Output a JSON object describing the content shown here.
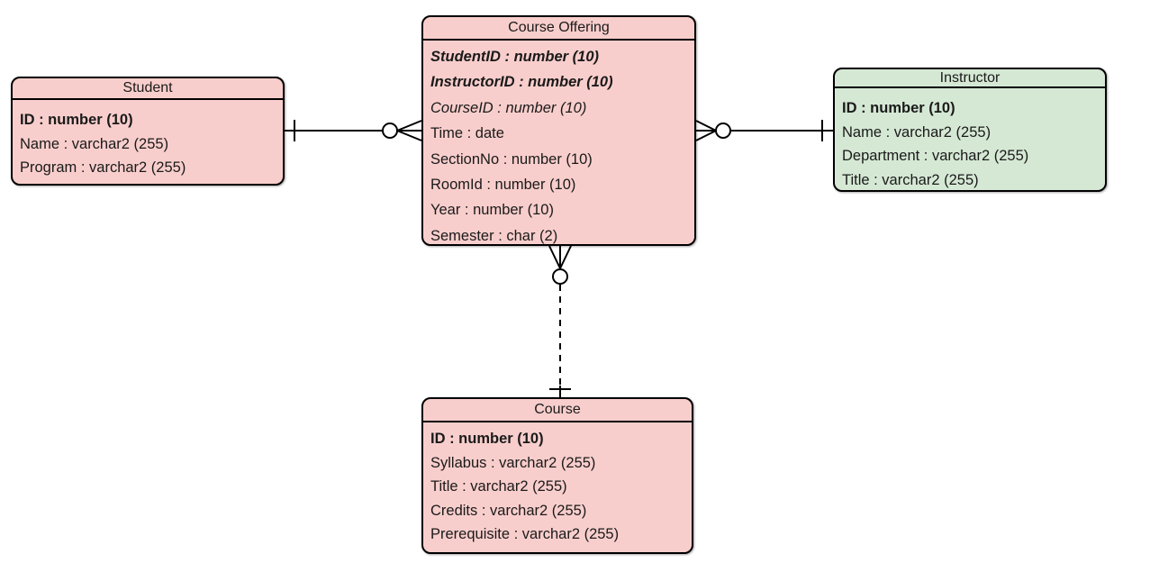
{
  "colors": {
    "entity_pink": "#f8cecc",
    "entity_green": "#d5e8d4",
    "stroke": "#000000",
    "background": "#ffffff"
  },
  "entities": {
    "student": {
      "title": "Student",
      "fill": "#f8cecc",
      "attributes": [
        {
          "text": "ID : number (10)",
          "key": "primary"
        },
        {
          "text": "Name : varchar2 (255)",
          "key": null
        },
        {
          "text": "Program : varchar2 (255)",
          "key": null
        }
      ]
    },
    "course_offering": {
      "title": "Course Offering",
      "fill": "#f8cecc",
      "attributes": [
        {
          "text": "StudentID : number (10)",
          "key": "primary-foreign"
        },
        {
          "text": "InstructorID : number (10)",
          "key": "primary-foreign"
        },
        {
          "text": "CourseID : number (10)",
          "key": "foreign"
        },
        {
          "text": "Time : date",
          "key": null
        },
        {
          "text": "SectionNo : number (10)",
          "key": null
        },
        {
          "text": "RoomId : number (10)",
          "key": null
        },
        {
          "text": "Year : number (10)",
          "key": null
        },
        {
          "text": "Semester : char (2)",
          "key": null
        }
      ]
    },
    "instructor": {
      "title": "Instructor",
      "fill": "#d5e8d4",
      "attributes": [
        {
          "text": "ID : number (10)",
          "key": "primary"
        },
        {
          "text": "Name : varchar2 (255)",
          "key": null
        },
        {
          "text": "Department : varchar2 (255)",
          "key": null
        },
        {
          "text": "Title : varchar2 (255)",
          "key": null
        }
      ]
    },
    "course": {
      "title": "Course",
      "fill": "#f8cecc",
      "attributes": [
        {
          "text": "ID : number (10)",
          "key": "primary"
        },
        {
          "text": "Syllabus : varchar2 (255)",
          "key": null
        },
        {
          "text": "Title : varchar2 (255)",
          "key": null
        },
        {
          "text": "Credits : varchar2 (255)",
          "key": null
        },
        {
          "text": "Prerequisite : varchar2 (255)",
          "key": null
        }
      ]
    }
  },
  "relationships": [
    {
      "from": "Student",
      "to": "Course Offering",
      "from_end": "exactly-one",
      "to_end": "zero-or-many",
      "line_style": "solid"
    },
    {
      "from": "Course Offering",
      "to": "Instructor",
      "from_end": "zero-or-many",
      "to_end": "exactly-one",
      "line_style": "solid"
    },
    {
      "from": "Course Offering",
      "to": "Course",
      "from_end": "zero-or-many",
      "to_end": "exactly-one",
      "line_style": "dashed"
    }
  ]
}
